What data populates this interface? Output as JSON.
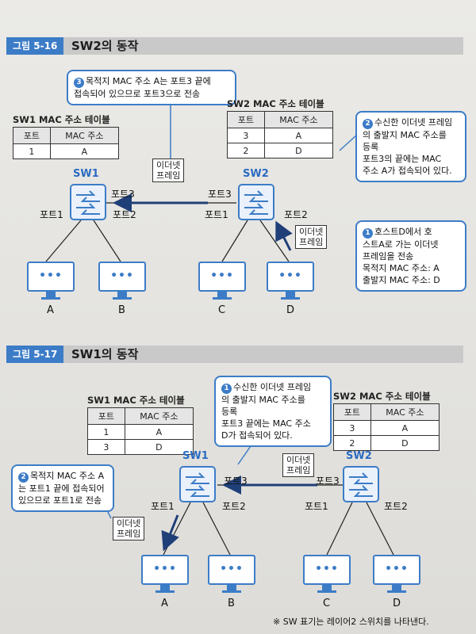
{
  "fig1": {
    "tag": "그림 5-16",
    "title": "SW2의 동작",
    "sw1": "SW1",
    "sw2": "SW2",
    "sw1_table": {
      "caption": "SW1 MAC 주소 테이블",
      "headers": [
        "포트",
        "MAC 주소"
      ],
      "rows": [
        [
          "1",
          "A"
        ]
      ]
    },
    "sw2_table": {
      "caption": "SW2 MAC 주소 테이블",
      "headers": [
        "포트",
        "MAC 주소"
      ],
      "rows": [
        [
          "3",
          "A"
        ],
        [
          "2",
          "D"
        ]
      ]
    },
    "callout3": {
      "num": "3",
      "line1": "목적지 MAC 주소 A는 포트3 끝에",
      "line2": "접속되어 있으므로 포트3으로 전송"
    },
    "callout2": {
      "num": "2",
      "line1": "수신한 이더넷 프레임",
      "line2": "의 출발지 MAC 주소를",
      "line3": "등록",
      "line4": "포트3의 끝에는 MAC",
      "line5": "주소 A가 접속되어 있다."
    },
    "callout1": {
      "num": "1",
      "line1": "호스트D에서 호",
      "line2": "스트A로 가는 이더넷",
      "line3": "프레임을 전송",
      "line4": "목적지 MAC 주소: A",
      "line5": "출발지 MAC 주소: D"
    },
    "frame_top": {
      "l1": "이더넷",
      "l2": "프레임"
    },
    "frame_right": {
      "l1": "이더넷",
      "l2": "프레임"
    },
    "ports": {
      "sw1_p3": "포트3",
      "sw1_p1": "포트1",
      "sw1_p2": "포트2",
      "sw2_p3": "포트3",
      "sw2_p1": "포트1",
      "sw2_p2": "포트2"
    },
    "hosts": [
      "A",
      "B",
      "C",
      "D"
    ]
  },
  "fig2": {
    "tag": "그림 5-17",
    "title": "SW1의 동작",
    "sw1": "SW1",
    "sw2": "SW2",
    "sw1_table": {
      "caption": "SW1 MAC 주소 테이블",
      "headers": [
        "포트",
        "MAC 주소"
      ],
      "rows": [
        [
          "1",
          "A"
        ],
        [
          "3",
          "D"
        ]
      ]
    },
    "sw2_table": {
      "caption": "SW2 MAC 주소 테이블",
      "headers": [
        "포트",
        "MAC 주소"
      ],
      "rows": [
        [
          "3",
          "A"
        ],
        [
          "2",
          "D"
        ]
      ]
    },
    "callout1": {
      "num": "1",
      "line1": "수신한 이더넷 프레임",
      "line2": "의 출발지 MAC 주소를",
      "line3": "등록",
      "line4": "포트3 끝에는 MAC 주소",
      "line5": "D가 접속되어 있다."
    },
    "callout2": {
      "num": "2",
      "line1": "목적지 MAC 주소 A",
      "line2": "는 포트1 끝에 접속되어",
      "line3": "있으므로 포트1로 전송"
    },
    "frame_mid": {
      "l1": "이더넷",
      "l2": "프레임"
    },
    "frame_left": {
      "l1": "이더넷",
      "l2": "프레임"
    },
    "ports": {
      "sw1_p3": "포트3",
      "sw1_p1": "포트1",
      "sw1_p2": "포트2",
      "sw2_p3": "포트3",
      "sw2_p1": "포트1",
      "sw2_p2": "포트2"
    },
    "hosts": [
      "A",
      "B",
      "C",
      "D"
    ]
  },
  "footnote": "※ SW 표기는 레이어2 스위치를 나타낸다.",
  "colors": {
    "accent": "#3c7cc7",
    "header_bar": "#c9c9c9",
    "arrow": "#1f3f78"
  }
}
